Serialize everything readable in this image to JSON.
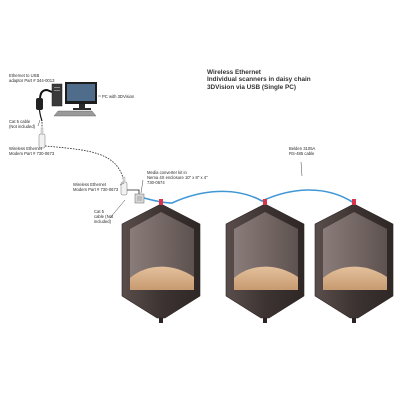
{
  "title": {
    "line1": "Wireless Ethernet",
    "line2": "Individual scanners in daisy chain",
    "line3": "3DVision via USB (Single PC)"
  },
  "labels": {
    "usb_adapter": "Ethernet to USB\nadaptor Part # 344-0013",
    "pc": "PC with 3DVision",
    "cable_top": "Cat 5 cable\n(Not included)",
    "modem_top": "Wireless Ethernet\nModem Part # 730-0673",
    "media_converter": "Media converter kit in\nNema 4X enclosure 10\" x 8\" x 4\"\n730-0674",
    "modem_bottom": "Wireless Ethernet\nModem Part # 730-0673",
    "cable_bottom": "Cat 5\ncable (Not\nincluded)",
    "belden": "Belden 3105A\nRS-485 cable"
  },
  "colors": {
    "silo_body": "#4a3f3d",
    "silo_inner": "#6e6260",
    "grain": "#d7b08a",
    "rs485_cable": "#3f97d6",
    "scanner": "#d9344a"
  },
  "icons": {
    "pc": "desktop-computer-icon",
    "modem": "wireless-modem-icon",
    "converter": "media-converter-box-icon"
  },
  "silos": [
    {
      "name": "silo-1"
    },
    {
      "name": "silo-2"
    },
    {
      "name": "silo-3"
    }
  ]
}
